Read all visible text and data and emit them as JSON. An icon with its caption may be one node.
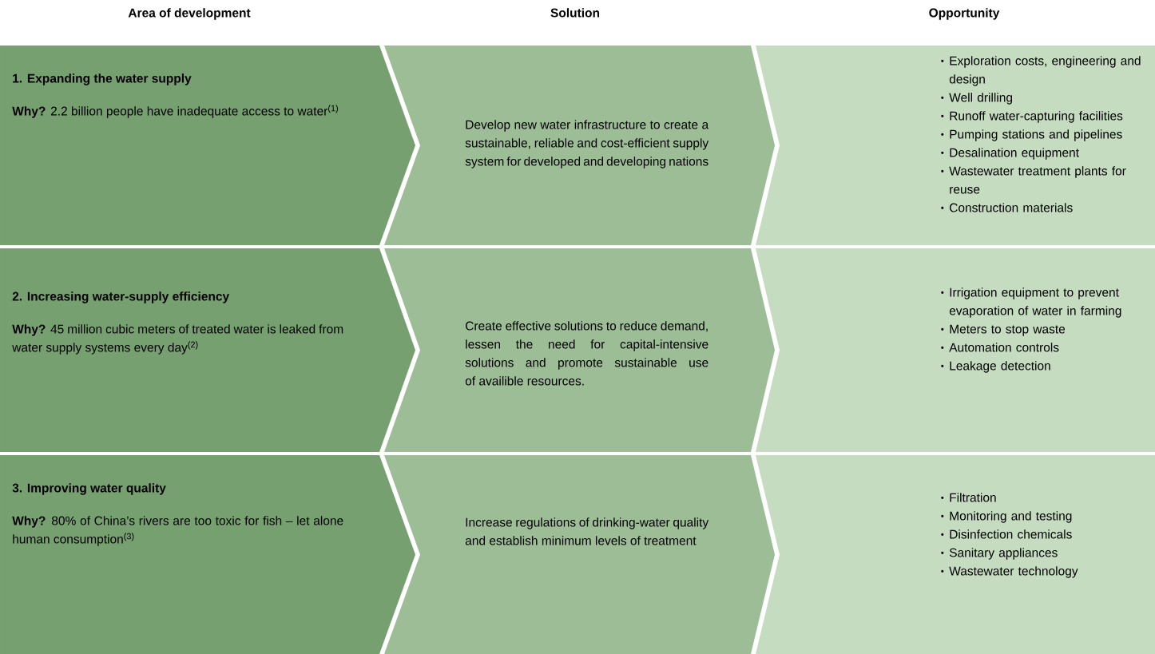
{
  "diagram": {
    "nodes": [
      {
        "text": [
          "1. Expanding the water supply",
          "**Why?** 2.2 billion people have inadequate access to water$^{(1)}$"
        ]
      },
      {
        "text": [
          "Develop new water infrastructure to create a sustainable, reliable and cost-efficient supply system for developed and developing nations"
        ]
      },
      {
        "text": [
          "Exploration costs, engineering and design",
          "Well drilling",
          "Runoff water-capturing facilities",
          "Pumping stations and pipelines",
          "Desalination equipment",
          "Wastewater treatment plants for reuse",
          "Construction materials"
        ]
      },
      {
        "text": [
          "2. Increasing water-supply efficiency",
          "**Why?** 45 million cubic meters of treated water is leaked from water supply systems every day$^{(2)}$"
        ]
      },
      {
        "text": [
          "Create effective solutions to reduce demand, lessen the need for capital-intensive solutions and promote sustainable use of availible resources."
        ]
      },
      {
        "text": [
          "Irrigation equipment to prevent evaporation of water in farming",
          "Meters to stop waste",
          "Automation controls",
          "Leakage detection"
        ]
      },
      {
        "text": [
          "3. Improving water quality",
          "**Why?** 80% of China’s rivers are too toxic for fish – let alone human consumption$^{(3)}$"
        ]
      },
      {
        "text": [
          "Increase regulations of drinking-water quality and establish minimum levels of treatment"
        ]
      },
      {
        "text": [
          "Filtration",
          "Monitoring and testing",
          "Disinfection chemicals",
          "Sanitary appliances",
          "Wastewater technology"
        ]
      }
    ],
    "labels": [
      "Area of development",
      "Solution",
      "Opportunity"
    ]
  }
}
